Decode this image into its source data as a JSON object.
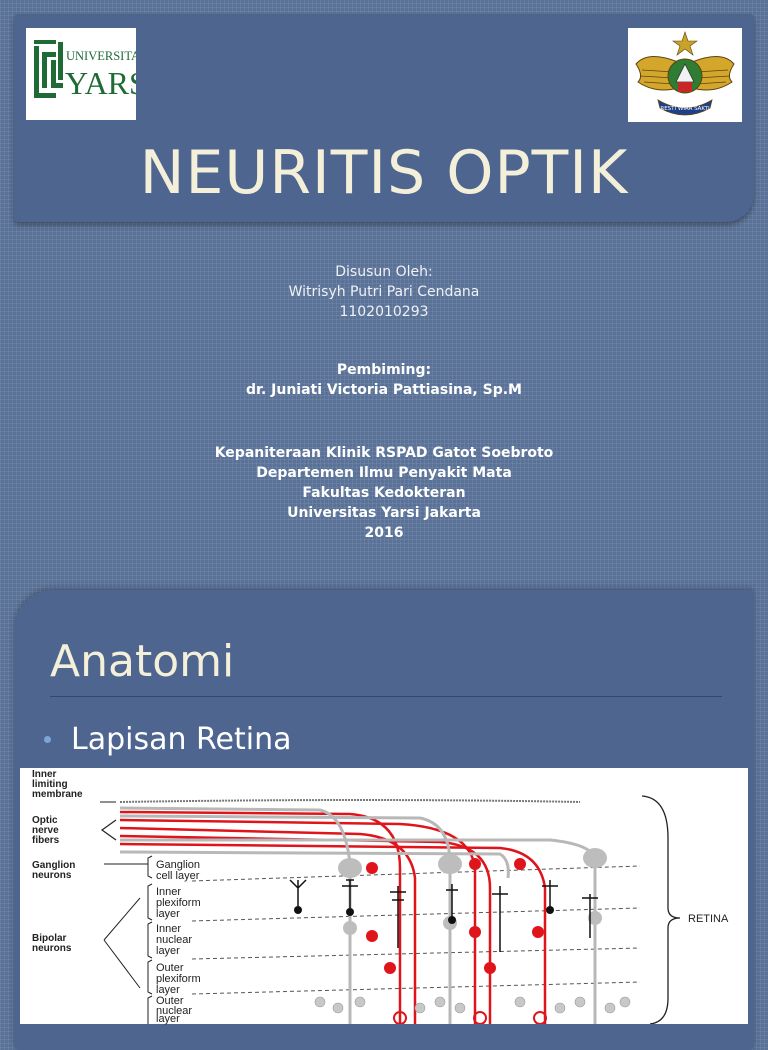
{
  "slide1": {
    "title": "NEURITIS OPTIK",
    "logo_left_text": [
      "UNIVERSITAS",
      "YARSI"
    ],
    "logo_right_text": "RESTI WIRA SAKTI",
    "author_block": [
      "Disusun Oleh:",
      "Witrisyh Putri Pari Cendana",
      "1102010293"
    ],
    "supervisor_block": [
      "Pembiming:",
      "dr. Juniati Victoria Pattiasina, Sp.M"
    ],
    "institution_block": [
      "Kepaniteraan Klinik RSPAD Gatot Soebroto",
      "Departemen Ilmu Penyakit Mata",
      "Fakultas Kedokteran",
      "Universitas Yarsi Jakarta",
      "2016"
    ]
  },
  "slide2": {
    "title": "Anatomi",
    "bullet": "Lapisan Retina"
  },
  "diagram": {
    "left_labels": [
      "Inner",
      "limiting",
      "membrane",
      "Optic",
      "nerve",
      "fibers",
      "Ganglion",
      "neurons",
      "Bipolar",
      "neurons"
    ],
    "layer_labels": [
      "Ganglion",
      "cell layer",
      "Inner",
      "plexiform",
      "layer",
      "Inner",
      "nuclear",
      "layer",
      "Outer",
      "plexiform",
      "layer",
      "Outer",
      "nuclear",
      "layer"
    ],
    "right_label": "RETINA"
  },
  "colors": {
    "background": "#5a7297",
    "banner": "#4e6590",
    "title_text": "#f4efd9",
    "yarsi_green": "#1f6b35",
    "fiber_red": "#e0141b",
    "bullet_blue": "#7fa3d6"
  }
}
